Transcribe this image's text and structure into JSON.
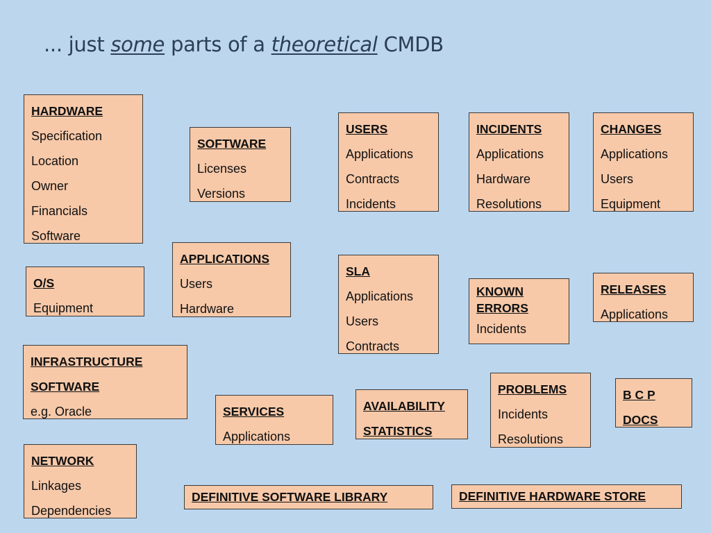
{
  "title": {
    "prefix": "... just ",
    "em1": "some",
    "middle": " parts of a ",
    "em2": "theoretical",
    "suffix": " CMDB"
  },
  "boxes": {
    "hardware": {
      "heading": "HARDWARE",
      "items": [
        "Specification",
        "Location",
        "Owner",
        "Financials",
        "Software"
      ]
    },
    "software": {
      "heading": "SOFTWARE",
      "items": [
        "Licenses",
        "Versions"
      ]
    },
    "users": {
      "heading": "USERS",
      "items": [
        "Applications",
        "Contracts",
        "Incidents"
      ]
    },
    "incidents": {
      "heading": "INCIDENTS",
      "items": [
        "Applications",
        "Hardware",
        "Resolutions"
      ]
    },
    "changes": {
      "heading": "CHANGES",
      "items": [
        "Applications",
        "Users",
        "Equipment"
      ]
    },
    "os": {
      "heading": "O/S",
      "items": [
        "Equipment"
      ]
    },
    "applications": {
      "heading": "APPLICATIONS",
      "items": [
        "Users",
        "Hardware"
      ]
    },
    "sla": {
      "heading": "SLA",
      "items": [
        "Applications",
        "Users",
        "Contracts"
      ]
    },
    "known_errors": {
      "heading_line1": "KNOWN",
      "heading_line2": "ERRORS",
      "items": [
        "Incidents"
      ]
    },
    "releases": {
      "heading": "RELEASES",
      "items": [
        "Applications"
      ]
    },
    "infrastructure_software": {
      "heading_line1": "INFRASTRUCTURE",
      "heading_line2": "SOFTWARE",
      "items": [
        "e.g. Oracle"
      ]
    },
    "services": {
      "heading": "SERVICES",
      "items": [
        "Applications"
      ]
    },
    "availability_statistics": {
      "heading_line1": "AVAILABILITY",
      "heading_line2": "STATISTICS"
    },
    "problems": {
      "heading": "PROBLEMS",
      "items": [
        "Incidents",
        "Resolutions"
      ]
    },
    "bcp_docs": {
      "heading_line1": "B C P",
      "heading_line2": "DOCS"
    },
    "network": {
      "heading": "NETWORK",
      "items": [
        "Linkages",
        "Dependencies"
      ]
    },
    "dsl": {
      "heading": "DEFINITIVE SOFTWARE LIBRARY"
    },
    "dhs": {
      "heading": "DEFINITIVE HARDWARE STORE"
    }
  },
  "colors": {
    "background": "#bcd6ee",
    "box_fill": "#f7c9a9",
    "box_border": "#3a3a3a",
    "title_text": "#2b3f55"
  }
}
